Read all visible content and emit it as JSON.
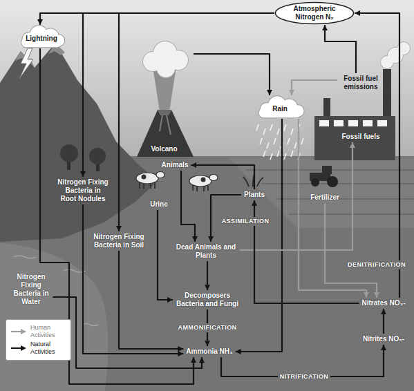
{
  "diagram": {
    "nodes": [
      {
        "text": [
          "Atmospheric Nitrogen N₂"
        ]
      },
      {
        "text": [
          "Lightning"
        ]
      },
      {
        "text": [
          "Rain"
        ]
      },
      {
        "text": [
          "Fossil fuel emissions"
        ]
      },
      {
        "text": [
          "Volcano"
        ]
      },
      {
        "text": [
          "Fossil fuels"
        ]
      },
      {
        "text": [
          "Nitrogen Fixing Bacteria in Root Nodules"
        ]
      },
      {
        "text": [
          "Animals"
        ]
      },
      {
        "text": [
          "Plants"
        ]
      },
      {
        "text": [
          "Urine"
        ]
      },
      {
        "text": [
          "Fertilizer"
        ]
      },
      {
        "text": [
          "Dead Animals and Plants"
        ]
      },
      {
        "text": [
          "Nitrogen Fixing Bacteria in Soil"
        ]
      },
      {
        "text": [
          "Nitrogen Fixing Bacteria in Water"
        ]
      },
      {
        "text": [
          "Decomposers Bacteria and Fungi"
        ]
      },
      {
        "text": [
          "Nitrates NO₃-"
        ]
      },
      {
        "text": [
          "Nitrites NO₂-"
        ]
      },
      {
        "text": [
          "Ammonia NH₃"
        ]
      }
    ],
    "edges": [
      {
        "from": 0,
        "to": 1,
        "arrow": "to"
      },
      {
        "from": 0,
        "to": 6,
        "arrow": "to"
      },
      {
        "from": 0,
        "to": 12,
        "arrow": "to"
      },
      {
        "from": 1,
        "to": 17,
        "arrow": "to"
      },
      {
        "from": 6,
        "to": 17,
        "arrow": "to"
      },
      {
        "from": 12,
        "to": 17,
        "arrow": "to"
      },
      {
        "from": 13,
        "to": 17,
        "arrow": "to"
      },
      {
        "from": 4,
        "to": 2,
        "arrow": "to"
      },
      {
        "from": 3,
        "to": 2,
        "arrow": "to"
      },
      {
        "from": 3,
        "to": 0,
        "arrow": "to"
      },
      {
        "from": 2,
        "to": 17,
        "arrow": "to"
      },
      {
        "from": 2,
        "to": 15,
        "arrow": "to"
      },
      {
        "from": 10,
        "to": 15,
        "arrow": "to"
      },
      {
        "from": 8,
        "to": 7,
        "arrow": "to"
      },
      {
        "from": 7,
        "to": 11,
        "arrow": "to"
      },
      {
        "from": 8,
        "to": 11,
        "arrow": "to"
      },
      {
        "from": 9,
        "to": 14,
        "arrow": "to"
      },
      {
        "from": 11,
        "to": 14,
        "arrow": "to"
      },
      {
        "from": 11,
        "to": 5,
        "arrow": "to"
      },
      {
        "from": 14,
        "to": 17,
        "arrow": "to",
        "label": "AMMONIFICATION"
      },
      {
        "from": 17,
        "to": 16,
        "arrow": "to",
        "label": "NITRIFICATION"
      },
      {
        "from": 16,
        "to": 15,
        "arrow": "to"
      },
      {
        "from": 15,
        "to": 8,
        "arrow": "to",
        "label": "ASSIMILATION"
      },
      {
        "from": 15,
        "to": 0,
        "arrow": "to",
        "label": "DENITRIFICATION"
      }
    ],
    "legend": [
      {
        "text": "Human Activities"
      },
      {
        "text": "Natural Activities"
      }
    ]
  }
}
